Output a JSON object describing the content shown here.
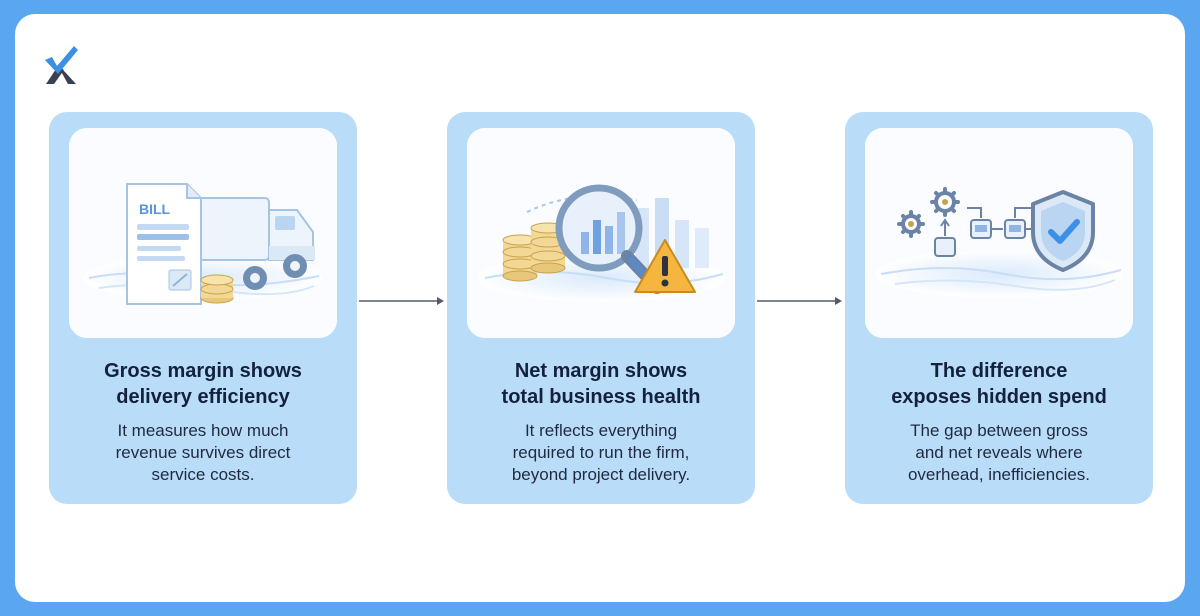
{
  "icons": {
    "logo": "brand-logo-icon",
    "card_1": "bill-truck-coins-icon",
    "card_2": "magnifier-coins-warning-icon",
    "card_3": "gears-workflow-shield-icon",
    "arrow": "arrow-right-icon"
  },
  "colors": {
    "background": "#5aa6f0",
    "card": "#b9dcf9",
    "title": "#14213d",
    "text": "#1f2a3f",
    "accent": "#3b8fe6",
    "logo_dark": "#3a4150"
  },
  "cards": [
    {
      "title": "Gross margin shows\ndelivery efficiency",
      "description": "It measures how much\nrevenue survives direct\nservice costs.",
      "illustration_text": "BILL"
    },
    {
      "title": "Net margin shows\ntotal business health",
      "description": "It reflects everything\nrequired to run the firm,\nbeyond project delivery."
    },
    {
      "title": "The difference\nexposes hidden spend",
      "description": "The gap between gross\nand net reveals where\noverhead, inefficiencies."
    }
  ]
}
